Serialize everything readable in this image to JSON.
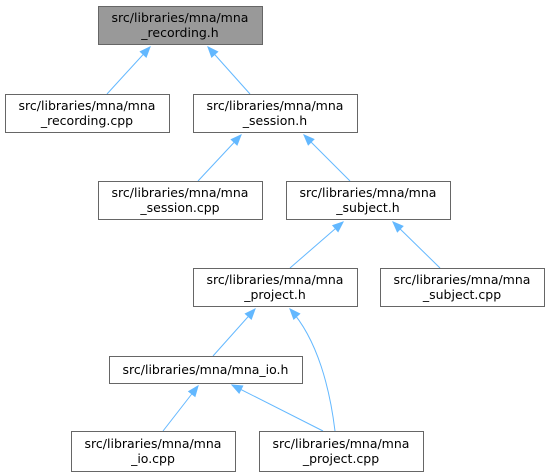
{
  "diagram": {
    "nodes": [
      {
        "id": "mna_recording_h",
        "lines": [
          "src/libraries/mna/mna",
          "_recording.h"
        ],
        "highlighted": true
      },
      {
        "id": "mna_recording_cpp",
        "lines": [
          "src/libraries/mna/mna",
          "_recording.cpp"
        ]
      },
      {
        "id": "mna_session_h",
        "lines": [
          "src/libraries/mna/mna",
          "_session.h"
        ]
      },
      {
        "id": "mna_session_cpp",
        "lines": [
          "src/libraries/mna/mna",
          "_session.cpp"
        ]
      },
      {
        "id": "mna_subject_h",
        "lines": [
          "src/libraries/mna/mna",
          "_subject.h"
        ]
      },
      {
        "id": "mna_project_h",
        "lines": [
          "src/libraries/mna/mna",
          "_project.h"
        ]
      },
      {
        "id": "mna_subject_cpp",
        "lines": [
          "src/libraries/mna/mna",
          "_subject.cpp"
        ]
      },
      {
        "id": "mna_io_h",
        "lines": [
          "src/libraries/mna/mna_io.h"
        ]
      },
      {
        "id": "mna_io_cpp",
        "lines": [
          "src/libraries/mna/mna",
          "_io.cpp"
        ]
      },
      {
        "id": "mna_project_cpp",
        "lines": [
          "src/libraries/mna/mna",
          "_project.cpp"
        ]
      }
    ],
    "edges": [
      {
        "from": "mna_recording_cpp",
        "to": "mna_recording_h"
      },
      {
        "from": "mna_session_h",
        "to": "mna_recording_h"
      },
      {
        "from": "mna_session_cpp",
        "to": "mna_session_h"
      },
      {
        "from": "mna_subject_h",
        "to": "mna_session_h"
      },
      {
        "from": "mna_project_h",
        "to": "mna_subject_h"
      },
      {
        "from": "mna_subject_cpp",
        "to": "mna_subject_h"
      },
      {
        "from": "mna_io_h",
        "to": "mna_project_h"
      },
      {
        "from": "mna_project_cpp",
        "to": "mna_project_h"
      },
      {
        "from": "mna_io_cpp",
        "to": "mna_io_h"
      },
      {
        "from": "mna_project_cpp",
        "to": "mna_io_h"
      }
    ],
    "colors": {
      "edge": "#63b8ff",
      "root_fill": "#999999",
      "node_fill": "#ffffff",
      "border": "#666666"
    }
  }
}
